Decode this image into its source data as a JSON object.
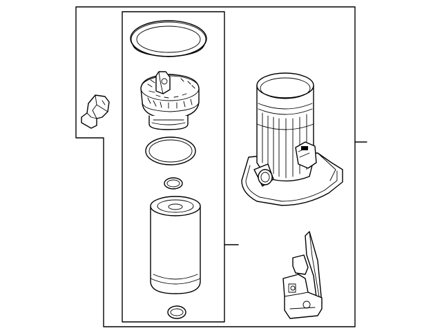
{
  "diagram": {
    "type": "exploded-parts-diagram",
    "callout_labels": [],
    "parts": [
      {
        "id": "bracket-clip",
        "icon": "bracket-clip-icon"
      },
      {
        "id": "cap-seal-ring",
        "icon": "gasket-ring-icon"
      },
      {
        "id": "filter-cap",
        "icon": "filter-cap-icon"
      },
      {
        "id": "cap-o-ring",
        "icon": "o-ring-icon"
      },
      {
        "id": "small-o-ring-upper",
        "icon": "small-o-ring-icon"
      },
      {
        "id": "filter-element",
        "icon": "filter-cartridge-icon"
      },
      {
        "id": "small-o-ring-lower",
        "icon": "small-o-ring-icon"
      },
      {
        "id": "filter-housing",
        "icon": "filter-housing-icon"
      },
      {
        "id": "mounting-bracket",
        "icon": "mounting-bracket-icon"
      }
    ]
  }
}
